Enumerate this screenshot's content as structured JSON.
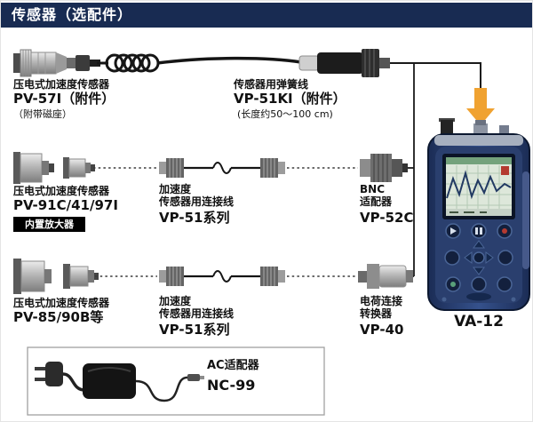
{
  "header": {
    "title": "传感器（选配件）"
  },
  "row1": {
    "sensor_type": "压电式加速度传感器",
    "sensor_model": "PV-57I（附件）",
    "sensor_note": "（附带磁座）",
    "cable_type": "传感器用弹簧线",
    "cable_model": "VP-51KI（附件）",
    "cable_note": "(长度约50～100 cm)"
  },
  "row2": {
    "sensor_type": "压电式加速度传感器",
    "sensor_model": "PV-91C/41/97I",
    "sensor_badge": "内置放大器",
    "cable_line1": "加速度",
    "cable_line2": "传感器用连接线",
    "cable_model": "VP-51系列",
    "adapter_line1": "BNC",
    "adapter_line2": "适配器",
    "adapter_model": "VP-52C"
  },
  "row3": {
    "sensor_type": "压电式加速度传感器",
    "sensor_model": "PV-85/90B等",
    "cable_line1": "加速度",
    "cable_line2": "传感器用连接线",
    "cable_model": "VP-51系列",
    "adapter_line1": "电荷连接",
    "adapter_line2": "转换器",
    "adapter_model": "VP-40"
  },
  "ac_adapter": {
    "label": "AC适配器",
    "model": "NC-99"
  },
  "device": {
    "model": "VA-12"
  },
  "icons": {
    "sensor_pv57": "accelerometer-with-magnet-base",
    "coil_cable": "spring-coiled-cable",
    "bnc_plug": "bnc-plug",
    "sensor_pv91": "compact-accelerometers",
    "connection_cable": "sensor-connection-cable",
    "bnc_adapter": "bnc-adapter",
    "sensor_pv85": "accelerometers",
    "charge_converter": "charge-converter",
    "power_plug": "two-prong-power-plug",
    "ac_brick": "ac-adapter-brick",
    "va12": "va-12-vibration-analyzer",
    "down_arrow": "input-arrow"
  },
  "colors": {
    "header_bg": "#182b52",
    "badge_bg": "#000000",
    "arrow": "#f0a231",
    "device_body": "#24386b",
    "line": "#1a1a1a"
  }
}
